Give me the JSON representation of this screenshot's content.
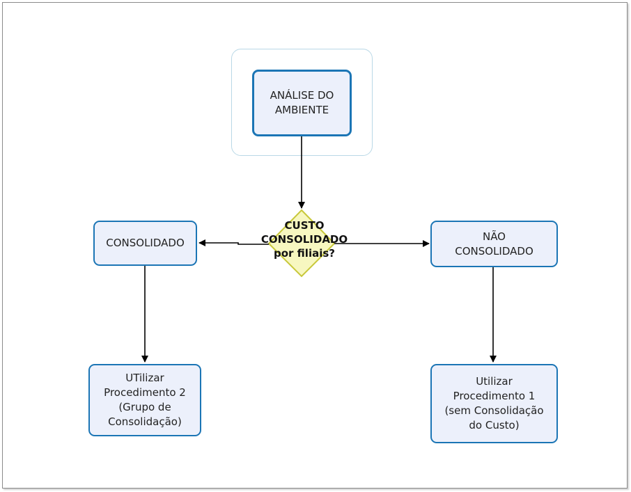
{
  "diagram": {
    "nodes": {
      "analise": "ANÁLISE DO\nAMBIENTE",
      "decision": "CUSTO\nCONSOLIDADO\npor filiais?",
      "consolidado": "CONSOLIDADO",
      "nao_consolidado": "NÃO\nCONSOLIDADO",
      "procedimento2": "UTilizar\nProcedimento 2\n(Grupo de\nConsolidação)",
      "procedimento1": "Utilizar\nProcedimento 1\n(sem Consolidação\ndo Custo)"
    },
    "colors": {
      "box_fill": "#ecf0fb",
      "box_border": "#1b75b5",
      "diamond_fill": "#f7f7c0",
      "diamond_border": "#c8c83a",
      "arrow": "#000000"
    }
  }
}
